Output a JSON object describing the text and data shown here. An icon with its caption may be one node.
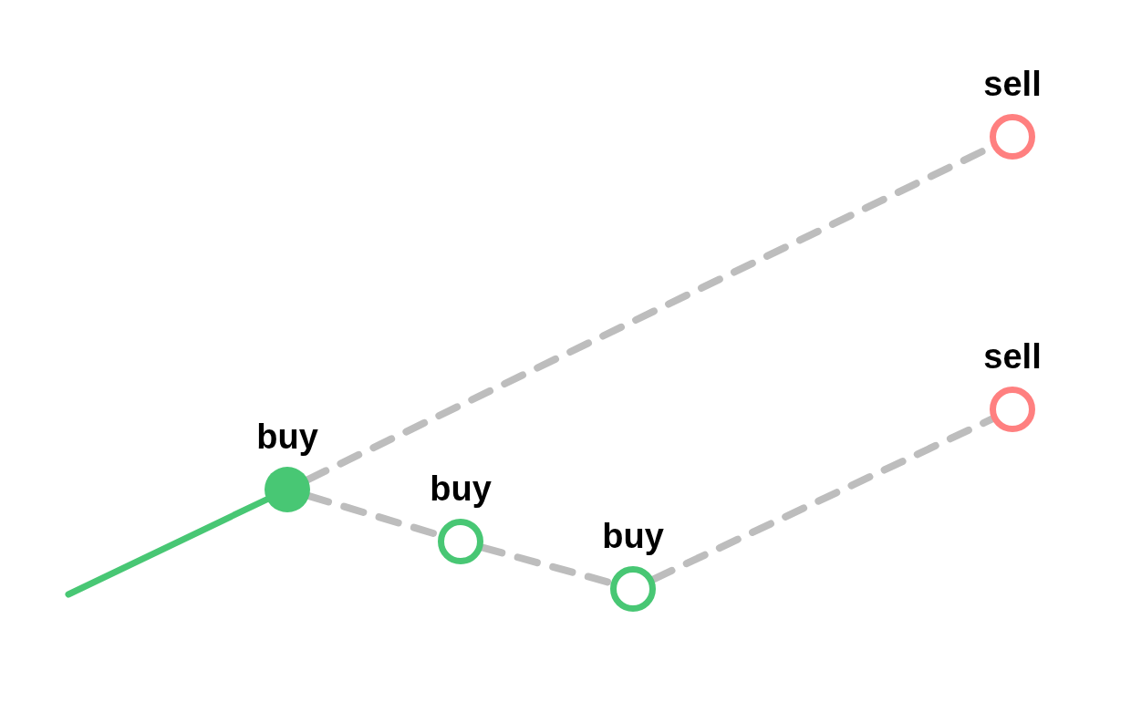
{
  "diagram": {
    "nodes": [
      {
        "text": [
          "buy"
        ]
      },
      {
        "text": [
          "buy"
        ]
      },
      {
        "text": [
          "buy"
        ]
      },
      {
        "text": [
          "sell"
        ]
      },
      {
        "text": [
          "sell"
        ]
      }
    ],
    "edges": [
      {
        "from": null,
        "to": 0,
        "arrow": "none",
        "color": "#48c774"
      },
      {
        "from": 0,
        "to": 3,
        "arrow": "none",
        "style": "dashed"
      },
      {
        "from": 0,
        "to": 1,
        "arrow": "none",
        "style": "dashed"
      },
      {
        "from": 1,
        "to": 2,
        "arrow": "none",
        "style": "dashed"
      },
      {
        "from": 2,
        "to": 4,
        "arrow": "none",
        "style": "dashed"
      }
    ]
  }
}
